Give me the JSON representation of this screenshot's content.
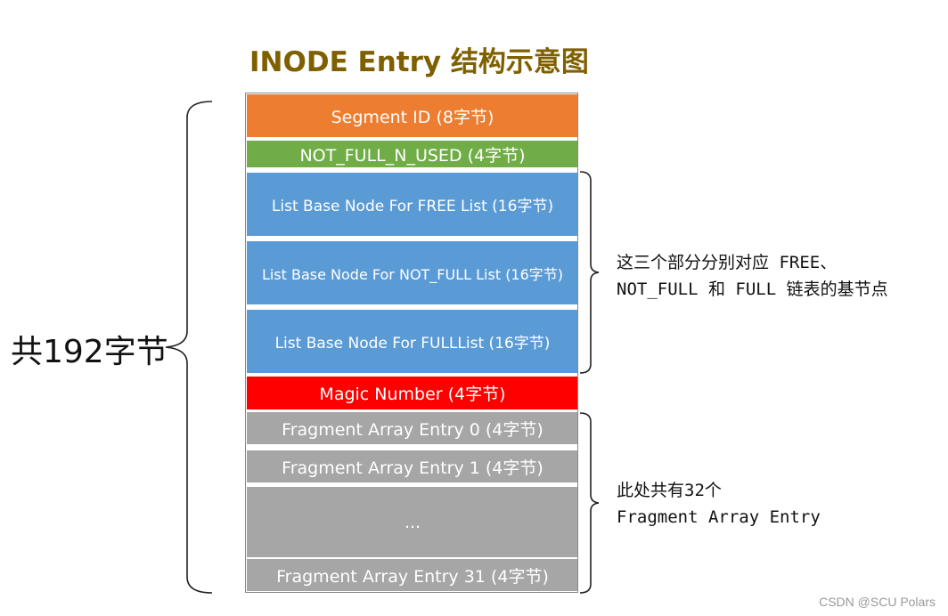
{
  "title": "INODE Entry 结构示意图",
  "blocks": {
    "segment_id": "Segment ID (8字节)",
    "not_full_n_used": "NOT_FULL_N_USED (4字节)",
    "list_free": "List Base Node For FREE List (16字节)",
    "list_not_full": "List Base Node For NOT_FULL List (16字节)",
    "list_full": "List Base Node For FULLList (16字节)",
    "magic_number": "Magic Number (4字节)",
    "fragment_0": "Fragment Array Entry 0 (4字节)",
    "fragment_1": "Fragment Array Entry 1 (4字节)",
    "ellipsis": "...",
    "fragment_31": "Fragment Array Entry 31 (4字节)"
  },
  "colors": {
    "segment_id": "#ed7d31",
    "not_full_n_used": "#70ad47",
    "list_nodes": "#5b9bd5",
    "magic_number": "#ff0000",
    "fragments": "#a6a6a6",
    "title": "#7f6000"
  },
  "annotations": {
    "total_size": "共192字节",
    "lists_line1": "这三个部分分别对应 FREE、",
    "lists_line2": "NOT_FULL 和 FULL 链表的基节点",
    "frag_line1": "此处共有32个",
    "frag_line2": "Fragment Array Entry"
  },
  "watermark": "CSDN @SCU Polars"
}
